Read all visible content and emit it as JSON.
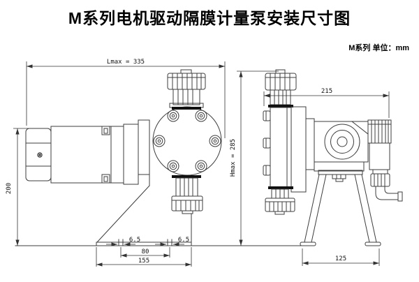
{
  "page": {
    "title": "M系列电机驱动隔膜计量泵安装尺寸图",
    "unit_note": "M系列 单位：mm"
  },
  "dimensions": {
    "side": {
      "lmax": "Lmax = 335",
      "overall_height": "200",
      "slot_left": "6.5",
      "slot_right": "6.5",
      "slot_spacing": "80",
      "base_length": "155"
    },
    "front": {
      "overall_width": "215",
      "hmax": "Hmax = 285",
      "foot_span": "125"
    }
  },
  "colors": {
    "line": "#3d3d3d",
    "text": "#000000",
    "background": "#ffffff"
  }
}
